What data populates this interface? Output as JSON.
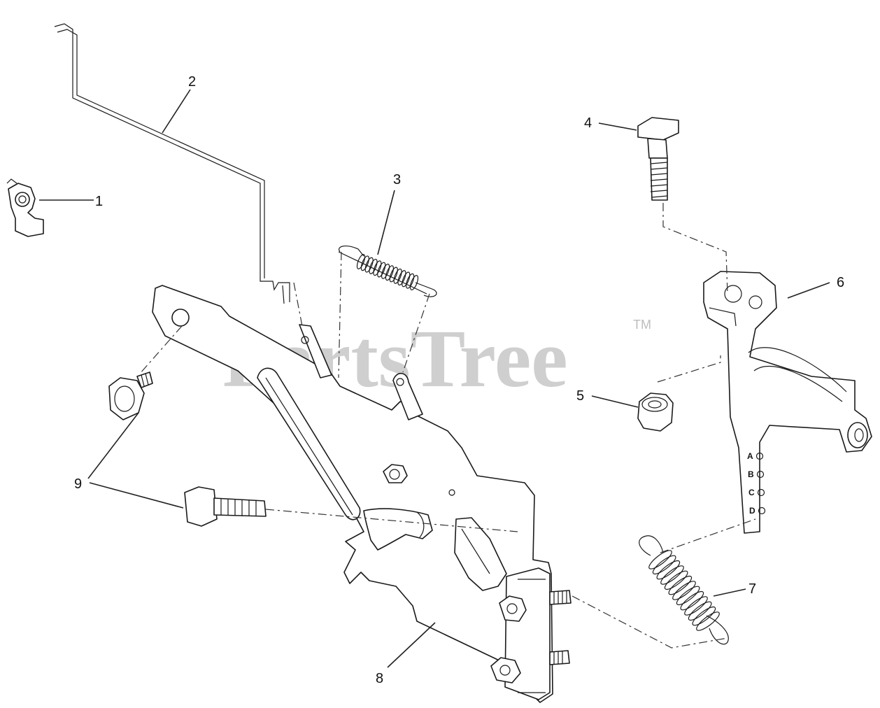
{
  "watermark": {
    "text": "PartsTree",
    "trademark": "TM"
  },
  "callouts": [
    "1",
    "2",
    "3",
    "4",
    "5",
    "6",
    "7",
    "8",
    "9"
  ],
  "bracket_hole_labels": [
    "A",
    "B",
    "C",
    "D"
  ]
}
